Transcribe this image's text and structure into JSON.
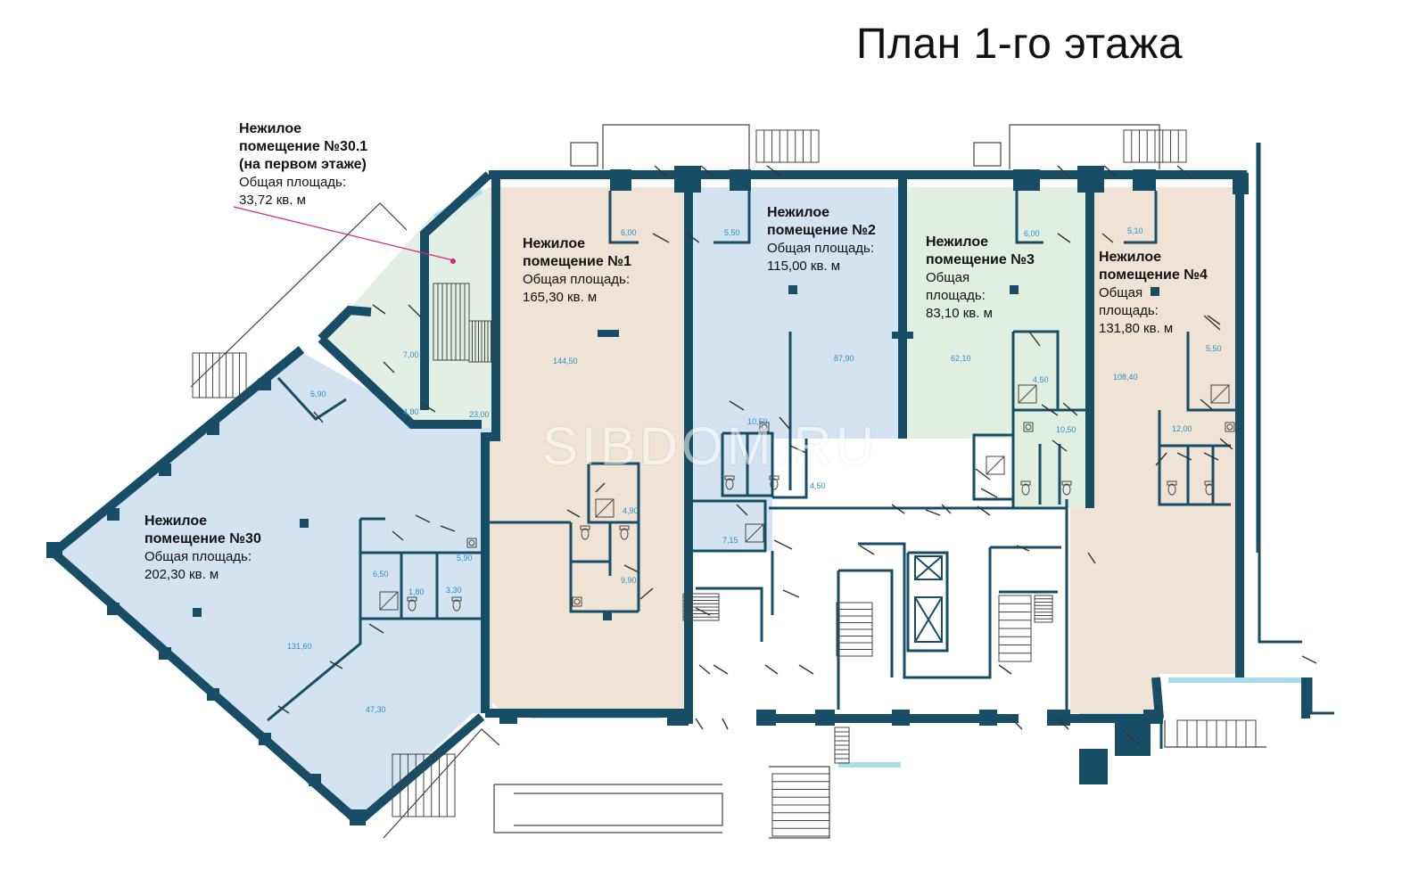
{
  "title": "План 1-го этажа",
  "watermark": "SIBDOM.RU",
  "colors": {
    "wall": "#174e66",
    "window": "#a9dcec",
    "unit_30": "#d3e3f1",
    "unit_30_1": "#e3efe4",
    "unit_1": "#eee3d5",
    "unit_2": "#d3e3f1",
    "unit_3": "#e1efe1",
    "unit_4": "#eee3d5",
    "leader": "#d4267f"
  },
  "units": [
    {
      "id": "u30_1",
      "line1": "Нежилое",
      "line2": "помещение №30.1",
      "line3": "(на первом этаже)",
      "line4": "Общая площадь:",
      "line5": "33,72 кв. м"
    },
    {
      "id": "u1",
      "line1": "Нежилое",
      "line2": "помещение №1",
      "line3": "Общая площадь:",
      "line4": "165,30 кв. м"
    },
    {
      "id": "u2",
      "line1": "Нежилое",
      "line2": "помещение №2",
      "line3": "Общая площадь:",
      "line4": "115,00 кв. м"
    },
    {
      "id": "u3",
      "line1": "Нежилое",
      "line2": "помещение №3",
      "line3": "Общая",
      "line4": "площадь:",
      "line5": "83,10 кв. м"
    },
    {
      "id": "u4",
      "line1": "Нежилое",
      "line2": "помещение №4",
      "line3": "Общая",
      "line4": "площадь:",
      "line5": "131,80 кв. м"
    },
    {
      "id": "u30",
      "line1": "Нежилое",
      "line2": "помещение №30",
      "line3": "Общая площадь:",
      "line4": "202,30 кв. м"
    }
  ],
  "room_areas": [
    "6,00",
    "5,50",
    "6,00",
    "5,10",
    "7,00",
    "4,80",
    "23,00",
    "5,90",
    "144,50",
    "87,90",
    "62,10",
    "108,40",
    "5,50",
    "4,50",
    "10,50",
    "10,50",
    "12,00",
    "4,50",
    "4,90",
    "7,15",
    "9,90",
    "6,50",
    "1,80",
    "3,30",
    "5,90",
    "131,60",
    "47,30"
  ]
}
